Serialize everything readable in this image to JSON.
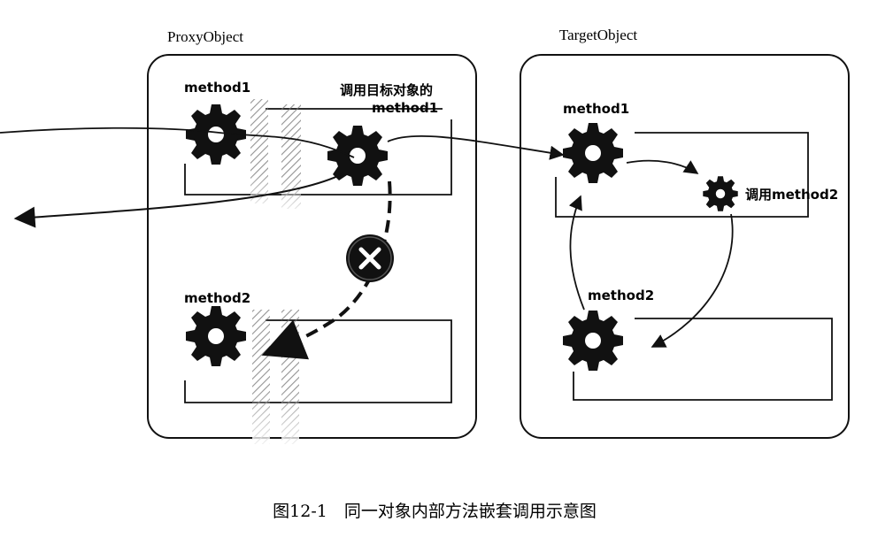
{
  "diagram": {
    "proxy_title": "ProxyObject",
    "target_title": "TargetObject",
    "proxy_method1_label": "method1",
    "proxy_call_label_line1": "调用目标对象的",
    "proxy_call_label_line2": "method1",
    "proxy_method2_label": "method2",
    "target_method1_label": "method1",
    "target_call_method2_label": "调用method2",
    "target_method2_label": "method2",
    "caption": "图12-1　同一对象内部方法嵌套调用示意图"
  },
  "icons": {
    "gear": "gear-icon",
    "blocked": "blocked-x-icon"
  },
  "colors": {
    "ink": "#111111",
    "hatch": "#8a8a8a",
    "background": "#ffffff"
  }
}
